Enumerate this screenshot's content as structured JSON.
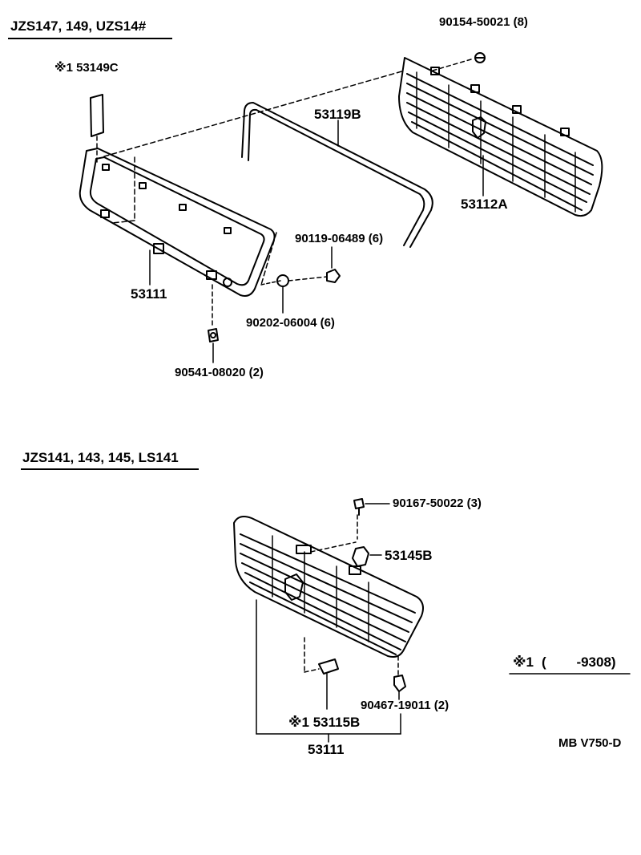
{
  "sections": [
    {
      "title": "JZS147, 149, UZS14#"
    },
    {
      "title": "JZS141, 143, 145, LS141"
    }
  ],
  "labels": {
    "p53149c": "※1 53149C",
    "p90154": "90154-50021 (8)",
    "p53119b": "53119B",
    "p53112a": "53112A",
    "p90119": "90119-06489 (6)",
    "p53111_top": "53111",
    "p90202": "90202-06004 (6)",
    "p90541": "90541-08020 (2)",
    "p90167": "90167-50022 (3)",
    "p53145b": "53145B",
    "p90467": "90467-19011 (2)",
    "p53115b": "※1 53115B",
    "p53111_bottom": "53111"
  },
  "footnote": {
    "mark": "※1",
    "range": "(        -9308)"
  },
  "figure_code": "MB V750-D"
}
